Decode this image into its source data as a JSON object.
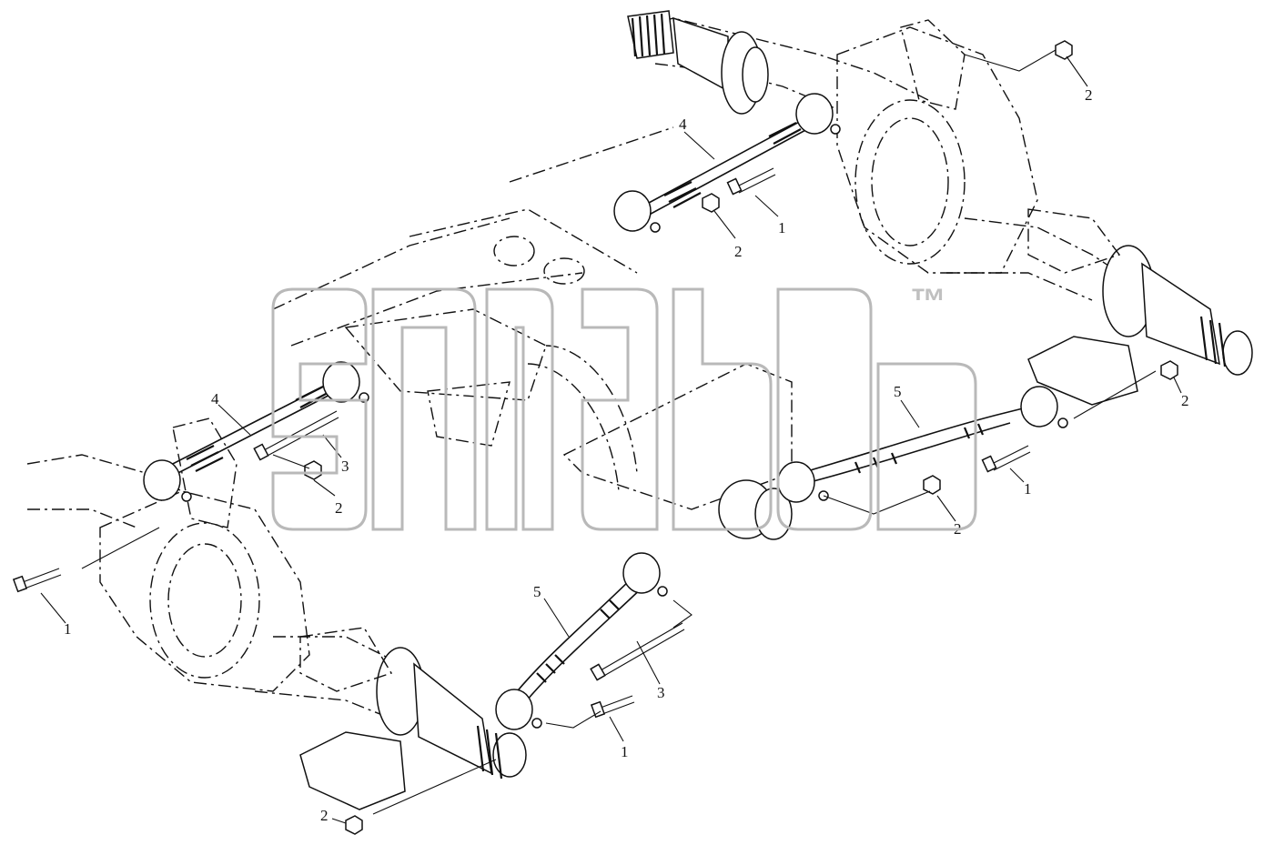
{
  "diagram": {
    "type": "exploded-assembly",
    "callouts": {
      "bolt": "1",
      "nut": "2",
      "long_bolt": "3",
      "upper_rod": "4",
      "lower_rod": "5"
    }
  },
  "watermark": {
    "trademark": "™"
  },
  "colors": {
    "line": "#111111",
    "background": "#ffffff",
    "watermark": "#b9b9b9"
  }
}
